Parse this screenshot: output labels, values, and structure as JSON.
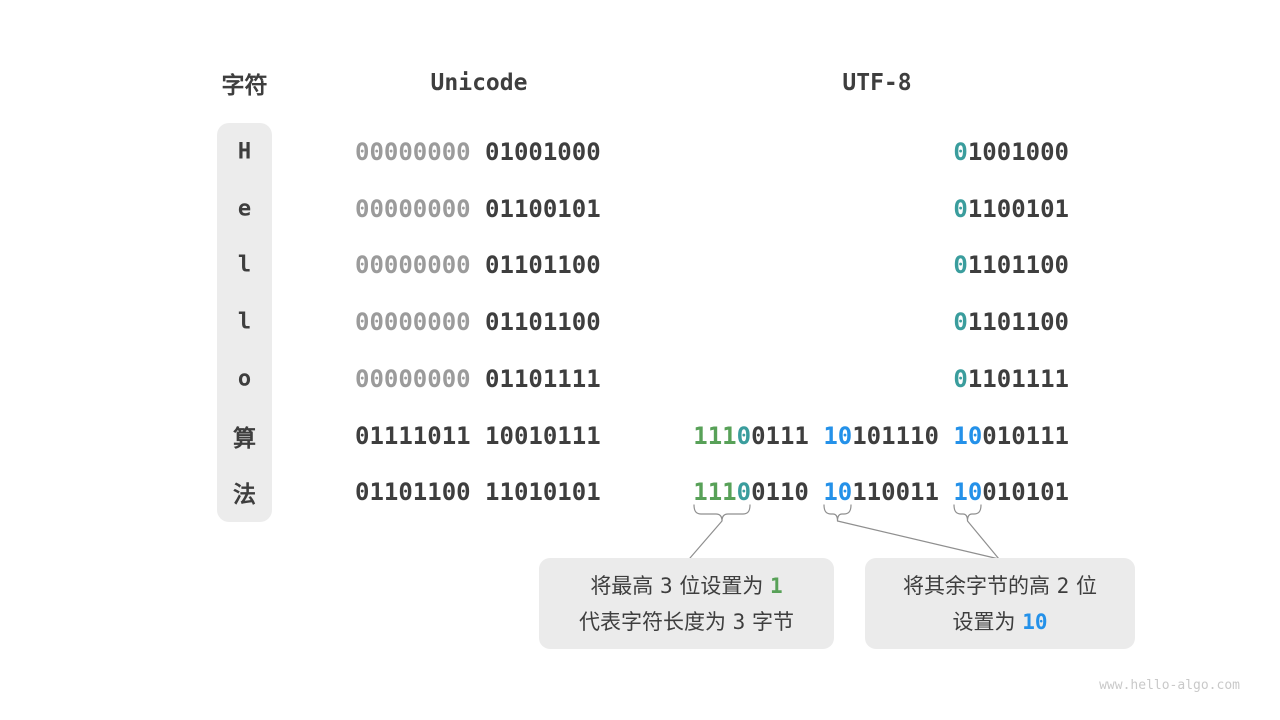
{
  "header": {
    "char_label": "字符",
    "unicode_label": "Unicode",
    "utf8_label": "UTF-8"
  },
  "colors": {
    "dark": "#3e3e3e",
    "gray": "#9b9b9b",
    "teal": "#3a9d9d",
    "green": "#58a158",
    "blue": "#2491e9",
    "box_bg": "#ebebeb",
    "connector": "#8f8f8f"
  },
  "rows": [
    {
      "char": "H",
      "unicode": [
        {
          "text": "00000000 ",
          "color": "gray"
        },
        {
          "text": "01001000",
          "color": "dark"
        }
      ],
      "utf8": [
        {
          "text": "0",
          "color": "teal"
        },
        {
          "text": "1001000",
          "color": "dark"
        }
      ]
    },
    {
      "char": "e",
      "unicode": [
        {
          "text": "00000000 ",
          "color": "gray"
        },
        {
          "text": "01100101",
          "color": "dark"
        }
      ],
      "utf8": [
        {
          "text": "0",
          "color": "teal"
        },
        {
          "text": "1100101",
          "color": "dark"
        }
      ]
    },
    {
      "char": "l",
      "unicode": [
        {
          "text": "00000000 ",
          "color": "gray"
        },
        {
          "text": "01101100",
          "color": "dark"
        }
      ],
      "utf8": [
        {
          "text": "0",
          "color": "teal"
        },
        {
          "text": "1101100",
          "color": "dark"
        }
      ]
    },
    {
      "char": "l",
      "unicode": [
        {
          "text": "00000000 ",
          "color": "gray"
        },
        {
          "text": "01101100",
          "color": "dark"
        }
      ],
      "utf8": [
        {
          "text": "0",
          "color": "teal"
        },
        {
          "text": "1101100",
          "color": "dark"
        }
      ]
    },
    {
      "char": "o",
      "unicode": [
        {
          "text": "00000000 ",
          "color": "gray"
        },
        {
          "text": "01101111",
          "color": "dark"
        }
      ],
      "utf8": [
        {
          "text": "0",
          "color": "teal"
        },
        {
          "text": "1101111",
          "color": "dark"
        }
      ]
    },
    {
      "char": "算",
      "unicode": [
        {
          "text": "01111011 10010111",
          "color": "dark"
        }
      ],
      "utf8": [
        {
          "text": "111",
          "color": "green"
        },
        {
          "text": "0",
          "color": "teal"
        },
        {
          "text": "0111 ",
          "color": "dark"
        },
        {
          "text": "10",
          "color": "blue"
        },
        {
          "text": "101110 ",
          "color": "dark"
        },
        {
          "text": "10",
          "color": "blue"
        },
        {
          "text": "010111",
          "color": "dark"
        }
      ]
    },
    {
      "char": "法",
      "unicode": [
        {
          "text": "01101100 11010101",
          "color": "dark"
        }
      ],
      "utf8": [
        {
          "text": "111",
          "color": "green"
        },
        {
          "text": "0",
          "color": "teal"
        },
        {
          "text": "0110 ",
          "color": "dark"
        },
        {
          "text": "10",
          "color": "blue"
        },
        {
          "text": "110011 ",
          "color": "dark"
        },
        {
          "text": "10",
          "color": "blue"
        },
        {
          "text": "010101",
          "color": "dark"
        }
      ]
    }
  ],
  "callouts": {
    "left": {
      "lines": [
        [
          {
            "text": "将最高 "
          },
          {
            "text": "3",
            "mono": true
          },
          {
            "text": " 位设置为 "
          },
          {
            "text": "1",
            "mono": true,
            "color": "green",
            "bold": true
          }
        ],
        [
          {
            "text": "代表字符长度为 "
          },
          {
            "text": "3",
            "mono": true
          },
          {
            "text": " 字节"
          }
        ]
      ]
    },
    "right": {
      "lines": [
        [
          {
            "text": "将其余字节的高 "
          },
          {
            "text": "2",
            "mono": true
          },
          {
            "text": " 位"
          }
        ],
        [
          {
            "text": "设置为 "
          },
          {
            "text": "10",
            "mono": true,
            "color": "blue",
            "bold": true
          }
        ]
      ]
    }
  },
  "watermark": "www.hello-algo.com"
}
